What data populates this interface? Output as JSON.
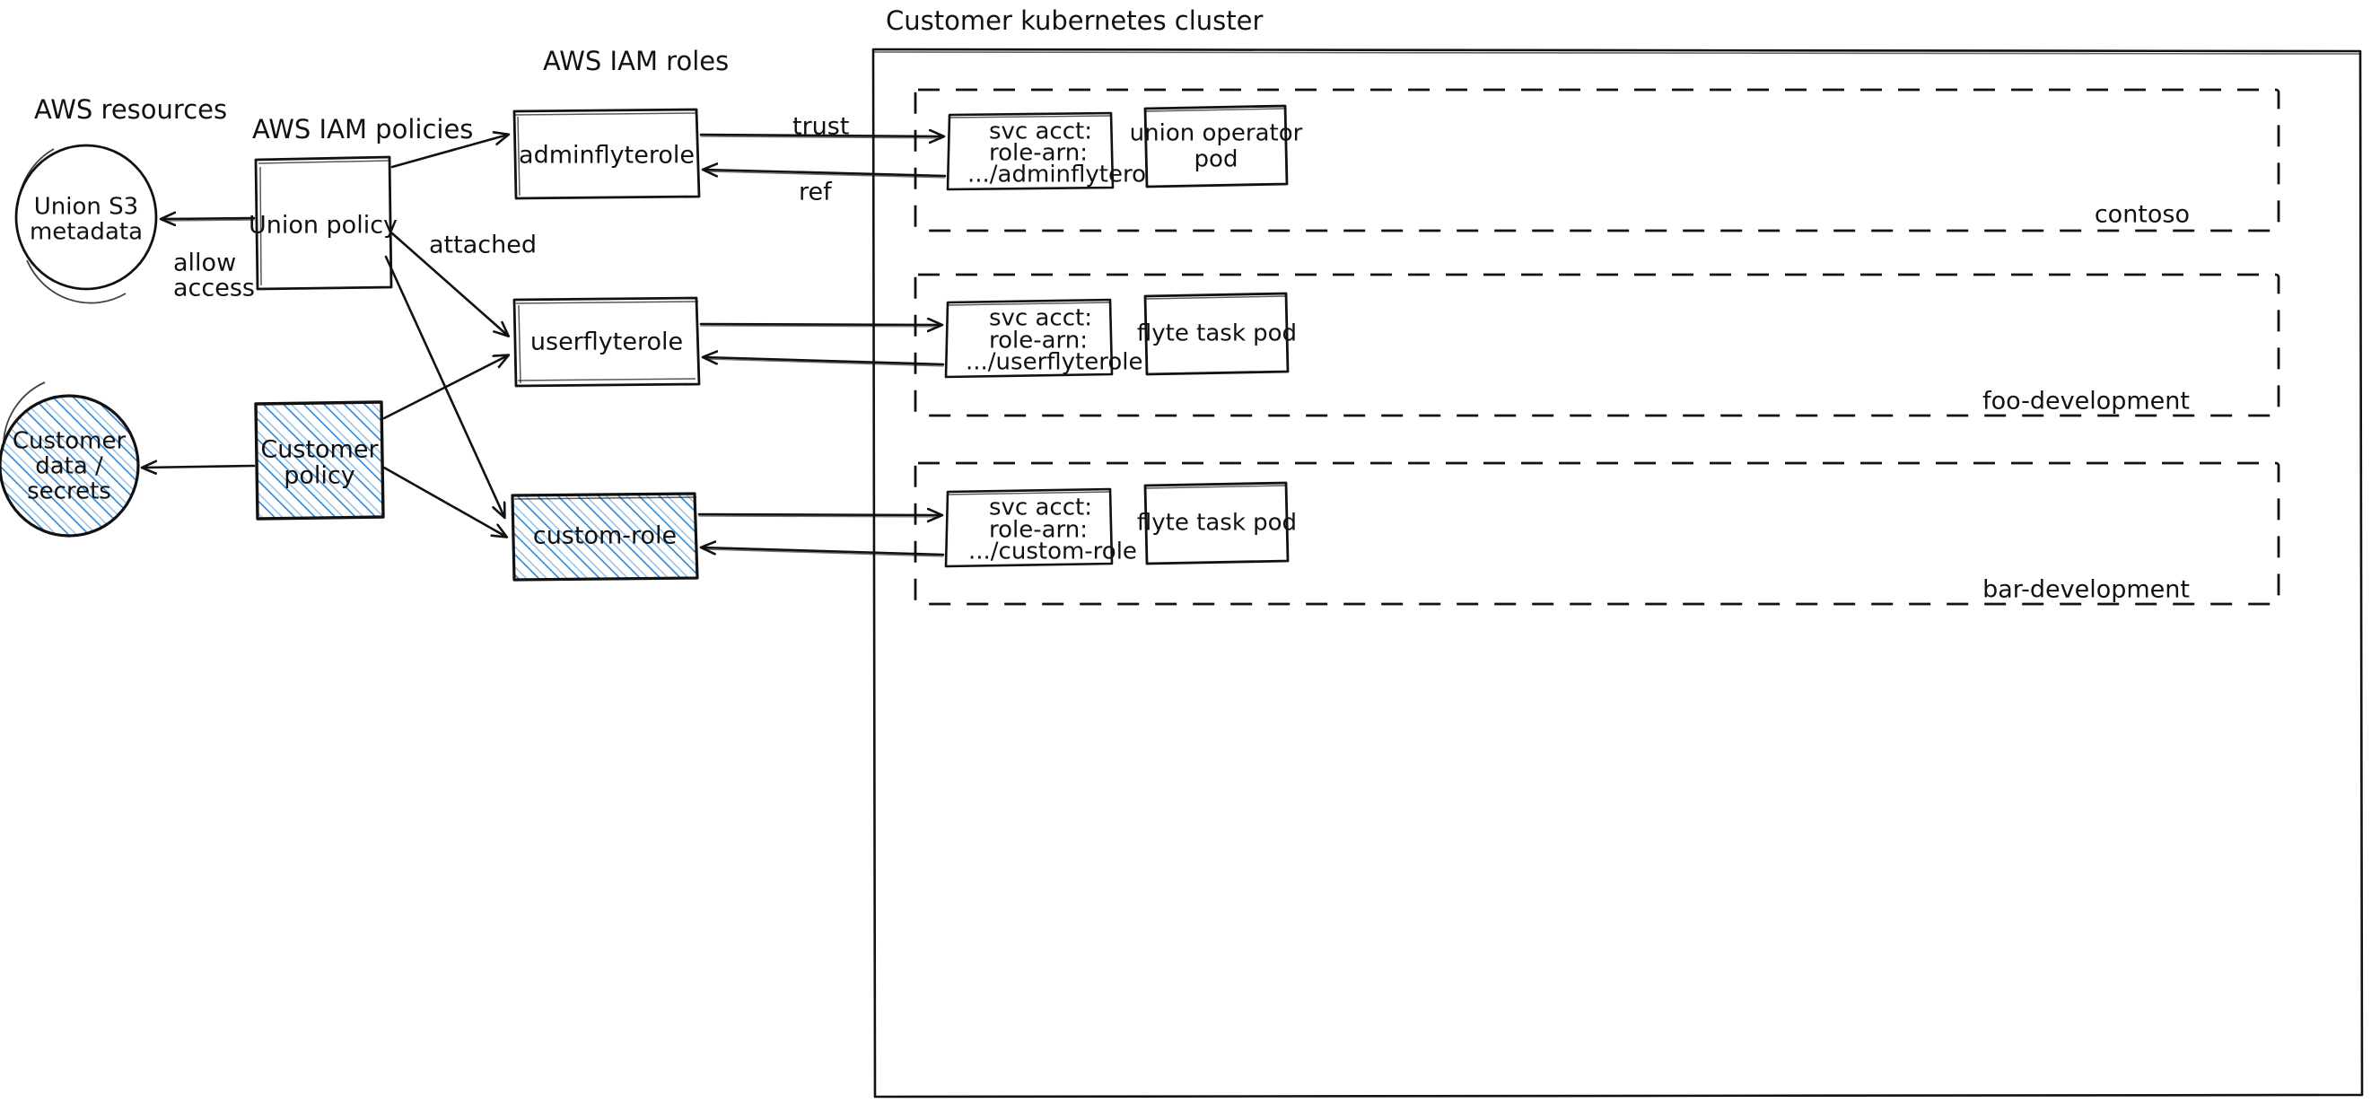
{
  "diagram": {
    "style": "hand-drawn sketch",
    "colors": {
      "stroke": "#111111",
      "hatch_blue": "#2f86d6",
      "background": "#ffffff"
    },
    "group_headings": [
      {
        "id": "aws-resources",
        "label": "AWS resources"
      },
      {
        "id": "aws-iam-policies",
        "label": "AWS IAM policies"
      },
      {
        "id": "aws-iam-roles",
        "label": "AWS IAM roles"
      },
      {
        "id": "k8s-cluster",
        "label": "Customer kubernetes cluster"
      }
    ],
    "aws_resources": [
      {
        "id": "union-s3",
        "shape": "ellipse",
        "label": "Union S3\nmetadata",
        "lines": [
          "Union S3",
          "metadata"
        ],
        "fill": "none"
      },
      {
        "id": "customer-data",
        "shape": "ellipse",
        "label": "Customer\ndata /\nsecrets",
        "lines": [
          "Customer",
          "data /",
          "secrets"
        ],
        "fill": "blue-hatch"
      }
    ],
    "iam_policies": [
      {
        "id": "union-policy",
        "shape": "rect",
        "label": "Union policy",
        "lines": [
          "Union policy"
        ],
        "fill": "none"
      },
      {
        "id": "customer-policy",
        "shape": "rect",
        "label": "Customer\npolicy",
        "lines": [
          "Customer",
          "policy"
        ],
        "fill": "blue-hatch"
      }
    ],
    "iam_roles": [
      {
        "id": "adminflyterole",
        "shape": "rect",
        "label": "adminflyterole",
        "fill": "none"
      },
      {
        "id": "userflyterole",
        "shape": "rect",
        "label": "userflyterole",
        "fill": "none"
      },
      {
        "id": "custom-role",
        "shape": "rect",
        "label": "custom-role",
        "fill": "blue-hatch"
      }
    ],
    "namespaces": [
      {
        "id": "contoso",
        "label": "contoso",
        "boxes": [
          {
            "id": "svc-acct-admin",
            "lines": [
              "svc acct:",
              "role-arn:",
              ".../adminflyterole"
            ],
            "align": "left"
          },
          {
            "id": "union-operator-pod",
            "lines": [
              "union operator",
              "pod"
            ],
            "align": "center"
          }
        ]
      },
      {
        "id": "foo-development",
        "label": "foo-development",
        "boxes": [
          {
            "id": "svc-acct-user",
            "lines": [
              "svc acct:",
              "role-arn:",
              ".../userflyterole"
            ],
            "align": "left"
          },
          {
            "id": "flyte-task-pod-foo",
            "lines": [
              "flyte task pod"
            ],
            "align": "center"
          }
        ]
      },
      {
        "id": "bar-development",
        "label": "bar-development",
        "boxes": [
          {
            "id": "svc-acct-custom",
            "lines": [
              "svc acct:",
              "role-arn:",
              ".../custom-role"
            ],
            "align": "left"
          },
          {
            "id": "flyte-task-pod-bar",
            "lines": [
              "flyte task pod"
            ],
            "align": "center"
          }
        ]
      }
    ],
    "edge_labels": {
      "allow_access": "allow\naccess",
      "allow_access_line1": "allow",
      "allow_access_line2": "access",
      "attached": "attached",
      "trust": "trust",
      "ref": "ref"
    },
    "edges": [
      {
        "from": "union-policy",
        "to": "union-s3",
        "label": "allow access",
        "dir": "forward"
      },
      {
        "from": "customer-policy",
        "to": "customer-data",
        "label": "",
        "dir": "forward"
      },
      {
        "from": "union-policy",
        "to": "adminflyterole",
        "label": "attached",
        "dir": "forward"
      },
      {
        "from": "union-policy",
        "to": "userflyterole",
        "label": "attached",
        "dir": "forward"
      },
      {
        "from": "union-policy",
        "to": "custom-role",
        "label": "attached",
        "dir": "forward"
      },
      {
        "from": "customer-policy",
        "to": "userflyterole",
        "label": "",
        "dir": "forward"
      },
      {
        "from": "customer-policy",
        "to": "custom-role",
        "label": "",
        "dir": "forward"
      },
      {
        "from": "adminflyterole",
        "to": "svc-acct-admin",
        "label": "trust",
        "dir": "forward"
      },
      {
        "from": "svc-acct-admin",
        "to": "adminflyterole",
        "label": "ref",
        "dir": "forward"
      },
      {
        "from": "userflyterole",
        "to": "svc-acct-user",
        "label": "",
        "dir": "forward"
      },
      {
        "from": "svc-acct-user",
        "to": "userflyterole",
        "label": "",
        "dir": "forward"
      },
      {
        "from": "custom-role",
        "to": "svc-acct-custom",
        "label": "",
        "dir": "forward"
      },
      {
        "from": "svc-acct-custom",
        "to": "custom-role",
        "label": "",
        "dir": "forward"
      }
    ]
  }
}
